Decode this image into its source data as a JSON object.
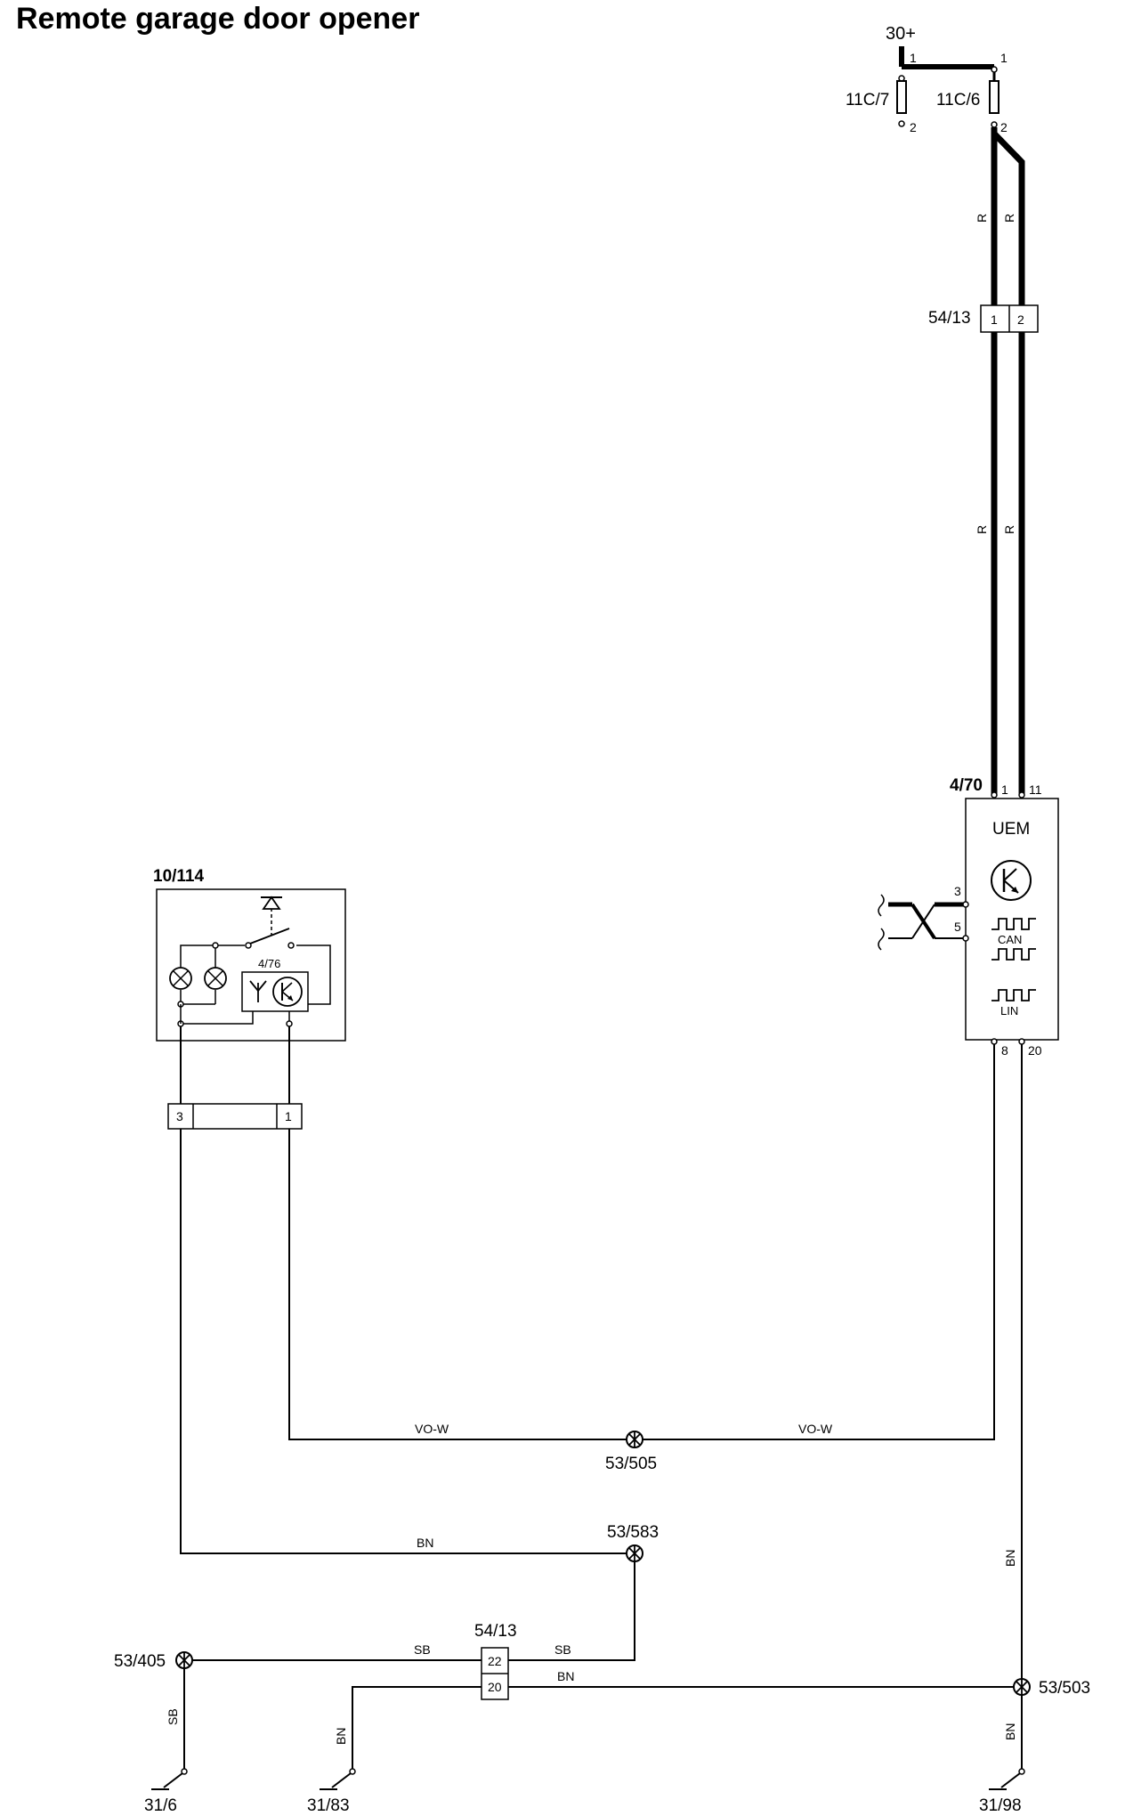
{
  "title": "Remote garage door opener",
  "supply": "30+",
  "fuses": [
    {
      "id": "11C/7",
      "pin_top": "1",
      "pin_bottom": "2"
    },
    {
      "id": "11C/6",
      "pin_top": "1",
      "pin_bottom": "2"
    }
  ],
  "wire_colors": {
    "red": "R",
    "violet_white": "VO-W",
    "brown": "BN",
    "black": "SB"
  },
  "connector_top": {
    "id": "54/13",
    "pins": [
      "1",
      "2"
    ]
  },
  "uem": {
    "ref": "4/70",
    "name": "UEM",
    "pins": {
      "p1": "1",
      "p11": "11",
      "p3": "3",
      "p5": "5",
      "p8": "8",
      "p20": "20"
    },
    "can": "CAN",
    "lin": "LIN"
  },
  "opener": {
    "ref": "10/114",
    "sub_ref": "4/76"
  },
  "connector_opener": {
    "pins": [
      "3",
      "1"
    ]
  },
  "splices": [
    "53/505",
    "53/583",
    "53/405",
    "53/503"
  ],
  "connector_bottom": {
    "id": "54/13",
    "pins": [
      "22",
      "20"
    ]
  },
  "grounds": [
    "31/6",
    "31/83",
    "31/98"
  ]
}
